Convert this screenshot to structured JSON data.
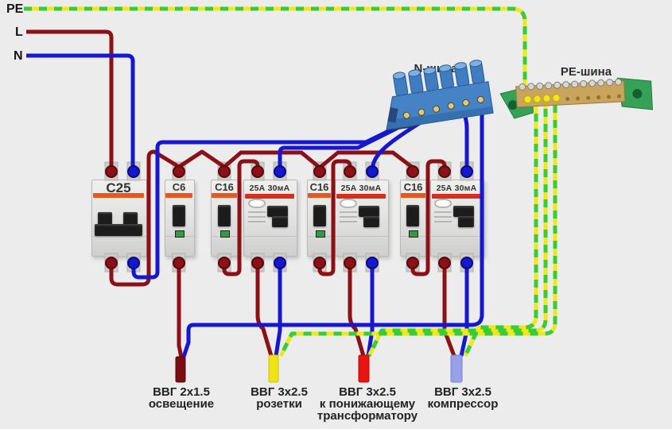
{
  "incoming": {
    "pe_label": "PE",
    "l_label": "L",
    "n_label": "N"
  },
  "buses": {
    "n_bus_label": "N-шина",
    "pe_bus_label": "PE-шина"
  },
  "devices": [
    {
      "type": "breaker-2pole",
      "label": "C25"
    },
    {
      "type": "breaker-1pole",
      "label": "C6"
    },
    {
      "type": "breaker-1pole",
      "label": "C16"
    },
    {
      "type": "rcd",
      "label": "25А 30мА"
    },
    {
      "type": "breaker-1pole",
      "label": "C16"
    },
    {
      "type": "rcd",
      "label": "25А 30мА"
    },
    {
      "type": "breaker-1pole",
      "label": "C16"
    },
    {
      "type": "rcd",
      "label": "25А 30мА"
    }
  ],
  "cables": [
    {
      "sleeve_color": "#7a0d12",
      "lines": [
        "ВВГ 2x1.5",
        "освещение"
      ]
    },
    {
      "sleeve_color": "#f0e215",
      "lines": [
        "ВВГ 3x2.5",
        "розетки"
      ]
    },
    {
      "sleeve_color": "#e81410",
      "lines": [
        "ВВГ 3x2.5",
        "к понижающему",
        "трансформатору"
      ]
    },
    {
      "sleeve_color": "#98a0e8",
      "lines": [
        "ВВГ 3x2.5",
        "компрессор"
      ]
    }
  ],
  "colors": {
    "wire_l": "#8c1016",
    "wire_n": "#1617d0",
    "pe_yellow": "#f0e81c",
    "pe_green": "#38cc38",
    "stripe_breaker": "#e5581f",
    "stripe_rcd": "#d4301f",
    "background": "#ececec"
  }
}
